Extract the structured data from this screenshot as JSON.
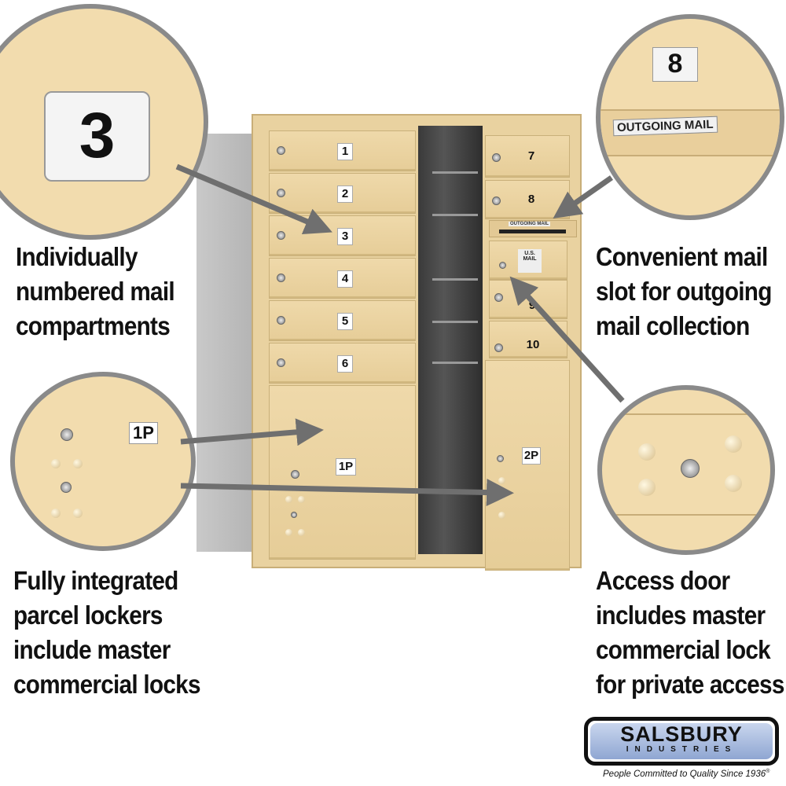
{
  "callouts": {
    "numbered": {
      "lines": [
        "Individually",
        "numbered mail",
        "compartments"
      ],
      "zoom_label": "3"
    },
    "outgoing": {
      "lines": [
        "Convenient mail",
        "slot for outgoing",
        "mail collection"
      ],
      "zoom_label": "8",
      "slot_label": "OUTGOING MAIL"
    },
    "parcel": {
      "lines": [
        "Fully integrated",
        "parcel lockers",
        "include master",
        "commercial locks"
      ],
      "zoom_label": "1P"
    },
    "access": {
      "lines": [
        "Access door",
        "includes master",
        "commercial lock",
        "for private access"
      ]
    }
  },
  "mailbox": {
    "left_doors": [
      "1",
      "2",
      "3",
      "4",
      "5",
      "6"
    ],
    "left_parcel": "1P",
    "right_doors": [
      "7",
      "8"
    ],
    "slot_label": "OUTGOING MAIL",
    "access_plate": "U.S. MAIL",
    "right_doors_lower": [
      "9",
      "10"
    ],
    "right_parcel": "2P"
  },
  "logo": {
    "brand": "SALSBURY",
    "sub": "INDUSTRIES",
    "tagline": "People Committed to Quality Since 1936",
    "mark": "®"
  },
  "colors": {
    "body": "#ecd6a6",
    "arrow": "#6f6f6f",
    "frame": "#8a8a8a"
  }
}
